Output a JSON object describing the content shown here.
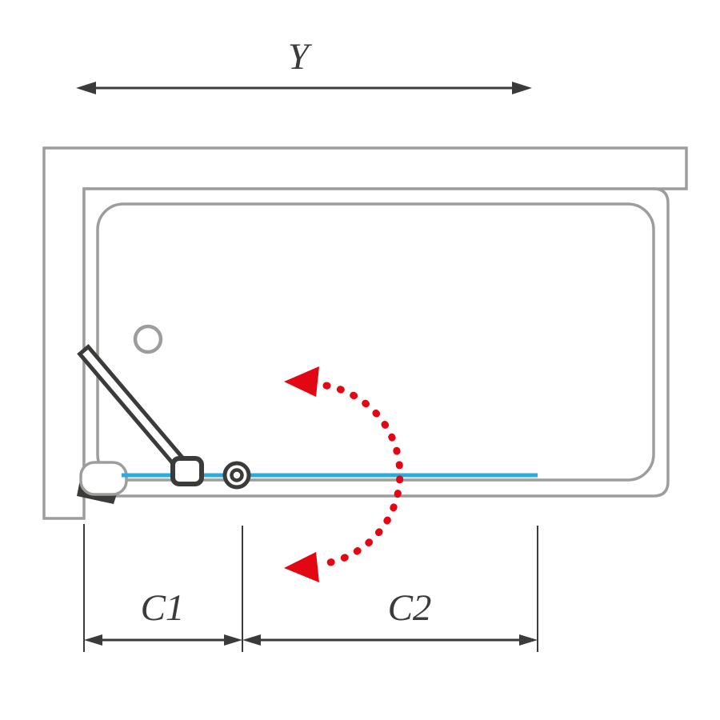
{
  "diagram": {
    "title": "bathtub-screen-top-view-schematic",
    "dimensions": {
      "y_label": "Y",
      "c1_label": "C1",
      "c2_label": "C2"
    },
    "colors": {
      "wall_gray": "#9d9d9c",
      "ink": "#3b3b3a",
      "glass_blue": "#29abe2",
      "swing_red": "#e30613",
      "background": "#ffffff"
    }
  }
}
